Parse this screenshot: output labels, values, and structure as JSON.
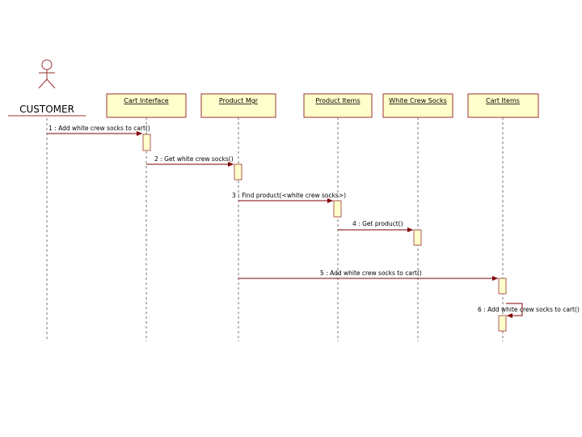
{
  "colors": {
    "box_fill": "#ffffcc",
    "box_stroke": "#993333",
    "arrow": "#800000",
    "lifeline": "#555555",
    "actor_stroke": "#993333"
  },
  "actor": {
    "label": "CUSTOMER"
  },
  "objects": [
    {
      "label": "Cart Interface"
    },
    {
      "label": "Product Mgr"
    },
    {
      "label": "Product Items"
    },
    {
      "label": "White Crew Socks"
    },
    {
      "label": "Cart Items"
    }
  ],
  "messages": [
    {
      "label": "1 : Add white crew socks to cart()"
    },
    {
      "label": "2 : Get white crew socks()"
    },
    {
      "label": "3 : Find product(<white crew socks>)"
    },
    {
      "label": "4 : Get product()"
    },
    {
      "label": "5 : Add white crew socks to cart()"
    },
    {
      "label": "6 : Add white crew socks to cart()"
    }
  ]
}
